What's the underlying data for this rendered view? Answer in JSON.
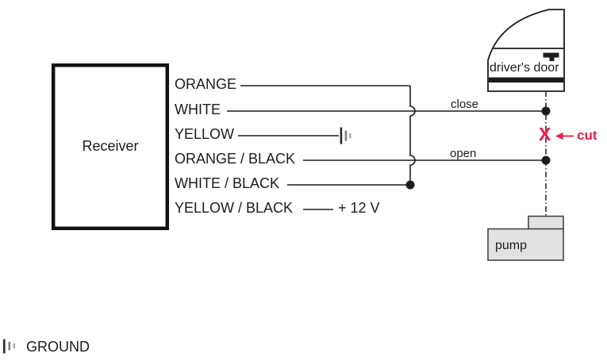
{
  "colors": {
    "line": "#1c1c1c",
    "accent_red": "#ec1a4c",
    "pump_fill": "#e2e2e2"
  },
  "receiver": {
    "label": "Receiver"
  },
  "wires": [
    {
      "id": "orange",
      "label": "ORANGE"
    },
    {
      "id": "white",
      "label": "WHITE"
    },
    {
      "id": "yellow",
      "label": "YELLOW"
    },
    {
      "id": "orange-black",
      "label": "ORANGE / BLACK"
    },
    {
      "id": "white-black",
      "label": "WHITE / BLACK"
    },
    {
      "id": "yellow-black",
      "label": "YELLOW / BLACK"
    }
  ],
  "annotations": {
    "close": "close",
    "open": "open",
    "power": "+ 12 V",
    "cut_mark": "X",
    "cut_label": "cut"
  },
  "door": {
    "label": "driver's door"
  },
  "pump": {
    "label": "pump"
  },
  "legend": {
    "ground_label": "GROUND"
  }
}
